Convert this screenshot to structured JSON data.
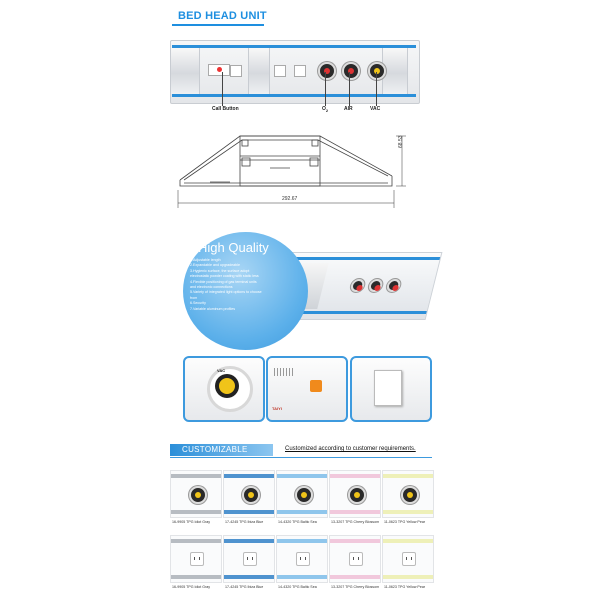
{
  "title": "BED HEAD UNIT",
  "unit": {
    "labels": {
      "call_button": "Call Button",
      "o2": "O",
      "o2_sub": "2",
      "air": "AIR",
      "vac": "VAC"
    }
  },
  "drawing": {
    "width_dim": "292.67",
    "height_dim": "68.53"
  },
  "high_quality": {
    "title": "High Quality",
    "items": [
      "1.Adjustable length",
      "2.Expandable and upgradeable",
      "3.Hygienic surface, the surface adopt",
      "electrostatic powder coating with static less",
      "4.Flexible positioning of gas terminal units",
      "and electronic connections",
      "5.Variety of integrated light options to choose",
      "from",
      "6.Security",
      "7.Variable aluminum profiles"
    ]
  },
  "photos": {
    "vac_label": "VAC",
    "brand": "TAIYI"
  },
  "customizable": {
    "label": "CUSTOMIZABLE",
    "description": "Customized according to customer requirements.",
    "colors": [
      {
        "caption": "16-9905 TPG   Idiot Gray",
        "band": "#b7bcc2"
      },
      {
        "caption": "17-4245 TPG   Ibiza Blue",
        "band": "#4f93cf"
      },
      {
        "caption": "14-4320 TPG   Baltic Sea",
        "band": "#8fc6ec"
      },
      {
        "caption": "13-3207 TPG   Cherry Blossom",
        "band": "#f1c8dc"
      },
      {
        "caption": "11-0623 TPG   Yellow Pear",
        "band": "#eef0b8"
      }
    ]
  }
}
